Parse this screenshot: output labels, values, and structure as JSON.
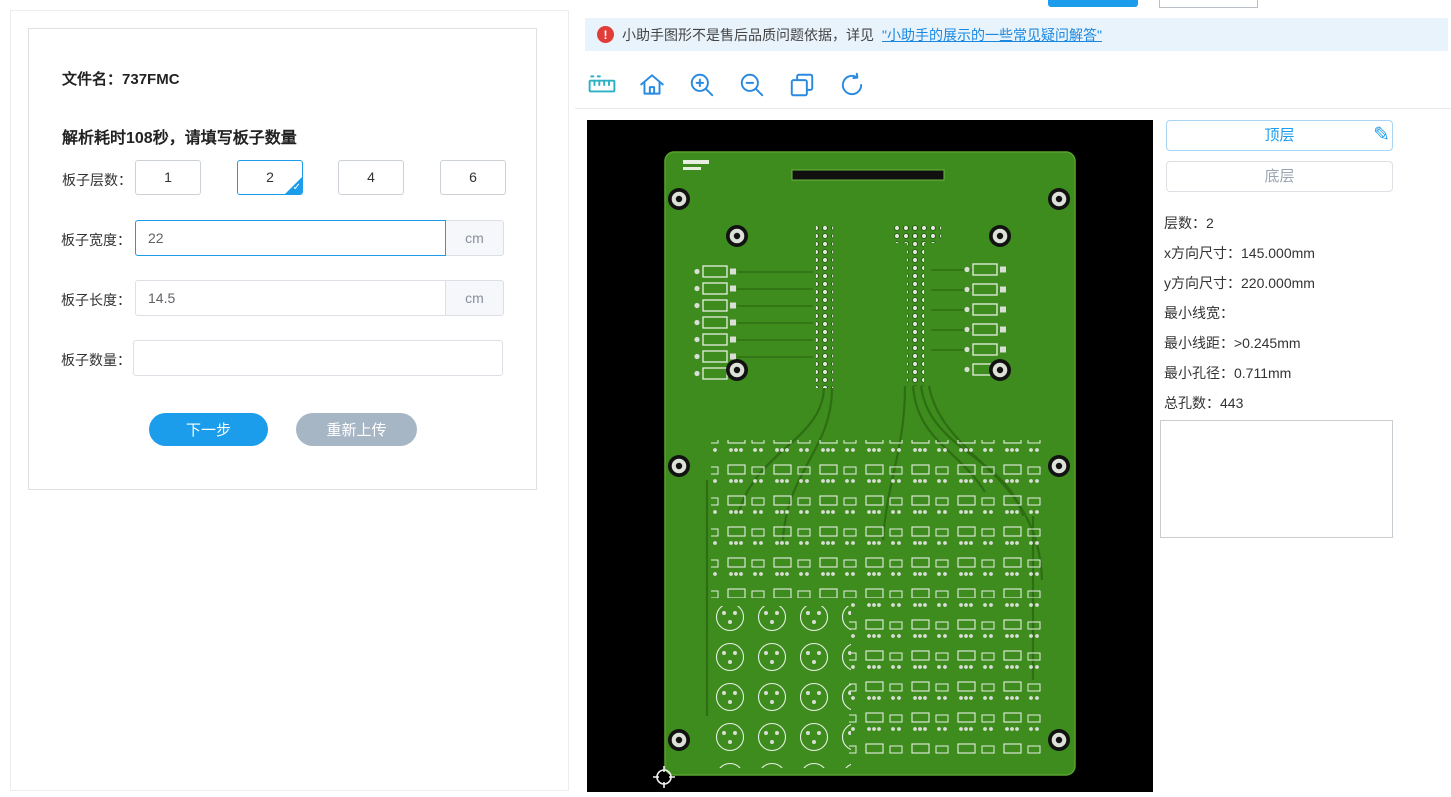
{
  "left_panel": {
    "file_label": "文件名：",
    "file_name": "737FMC",
    "parse_message": "解析耗时108秒，请填写板子数量",
    "layers_label": "板子层数：",
    "layer_options": [
      {
        "label": "1",
        "selected": false
      },
      {
        "label": "2",
        "selected": true
      },
      {
        "label": "4",
        "selected": false
      },
      {
        "label": "6",
        "selected": false
      }
    ],
    "width_label": "板子宽度：",
    "width_value": "22",
    "width_unit": "cm",
    "length_label": "板子长度：",
    "length_value": "14.5",
    "length_unit": "cm",
    "quantity_label": "板子数量：",
    "quantity_value": "",
    "next_button_label": "下一步",
    "reupload_button_label": "重新上传"
  },
  "preview_panel": {
    "notice_text": "小助手图形不是售后品质问题依据，详见",
    "notice_link": "\"小助手的展示的一些常见疑问解答\"",
    "toolbar_icons": [
      "ruler",
      "home",
      "zoom-in",
      "zoom-out",
      "copy",
      "rotate"
    ],
    "layer_top_label": "顶层",
    "layer_bottom_label": "底层",
    "info": [
      {
        "label": "层数：",
        "value": "2"
      },
      {
        "label": "x方向尺寸：",
        "value": "145.000mm"
      },
      {
        "label": "y方向尺寸：",
        "value": "220.000mm"
      },
      {
        "label": "最小线宽：",
        "value": ""
      },
      {
        "label": "最小线距：",
        "value": ">0.245mm"
      },
      {
        "label": "最小孔径：",
        "value": "0.711mm"
      },
      {
        "label": "总孔数：",
        "value": "443"
      }
    ]
  },
  "colors": {
    "accent_blue": "#1b9dec",
    "notice_bg": "#e8f3fc",
    "alert_red": "#e23c39",
    "gray_button": "#a7b6c5",
    "link_blue": "#1a88e0",
    "pcb_board_green": "#3e8b1e",
    "pcb_trace_green": "#2e6d13"
  }
}
